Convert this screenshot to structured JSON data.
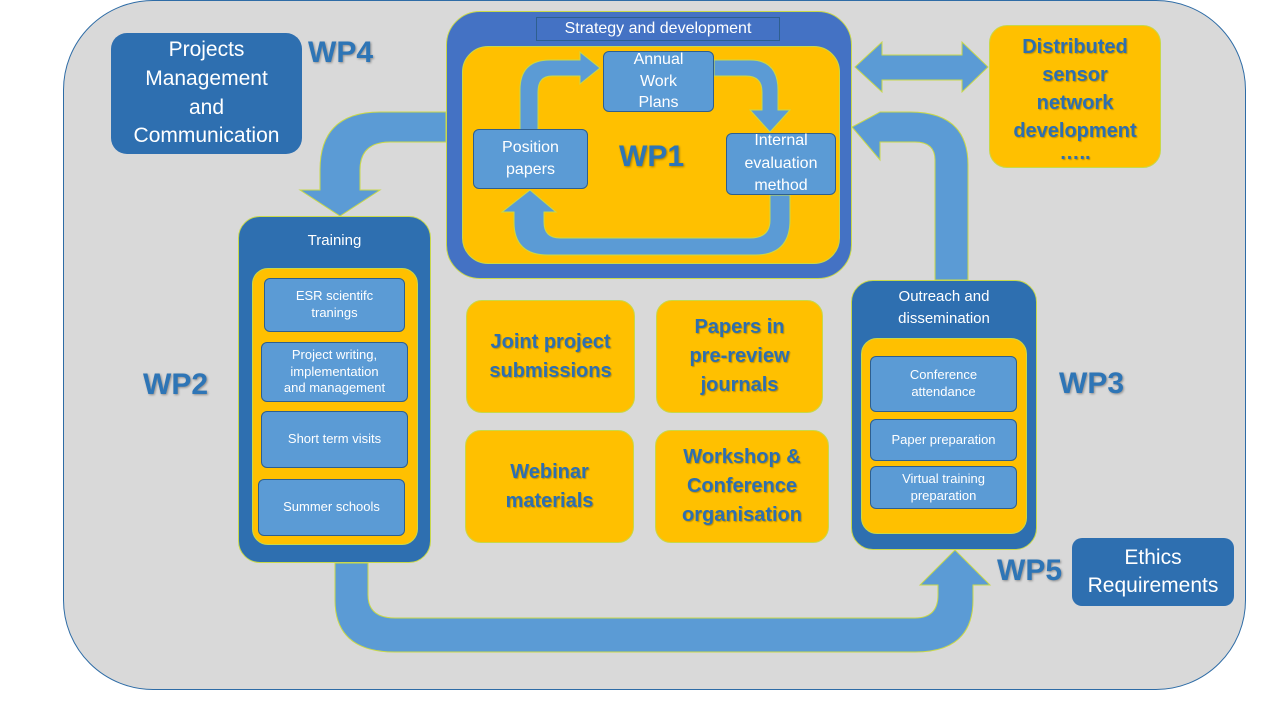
{
  "colors": {
    "background": "#d9d9d9",
    "dark_blue": "#2e6fb0",
    "light_blue": "#5b9bd5",
    "yellow": "#ffc000",
    "wp_label": "#2e75b6"
  },
  "wp_labels": {
    "wp1": "WP1",
    "wp2": "WP2",
    "wp3": "WP3",
    "wp4": "WP4",
    "wp5": "WP5"
  },
  "wp4_box": {
    "lines": [
      "Projects",
      "Management",
      "and",
      "Communication"
    ]
  },
  "wp5_box": {
    "lines": [
      "Ethics",
      "Requirements"
    ]
  },
  "wp1_panel": {
    "title": "Strategy and development",
    "items": {
      "annual": [
        "Annual",
        "Work",
        "Plans"
      ],
      "position": [
        "Position",
        "papers"
      ],
      "internal": [
        "Internal",
        "evaluation",
        "method"
      ]
    }
  },
  "distributed_box": {
    "lines": [
      "Distributed",
      "sensor",
      "network",
      "development",
      "….."
    ]
  },
  "training_panel": {
    "title": "Training",
    "items": [
      [
        "ESR scientifc",
        "tranings"
      ],
      [
        "Project writing,",
        "implementation",
        "and management"
      ],
      [
        "Short term visits"
      ],
      [
        "Summer schools"
      ]
    ]
  },
  "outreach_panel": {
    "title": [
      "Outreach and",
      "dissemination"
    ],
    "items": [
      [
        "Conference",
        "attendance"
      ],
      [
        "Paper preparation"
      ],
      [
        "Virtual training",
        "preparation"
      ]
    ]
  },
  "outputs": [
    [
      "Joint project",
      "submissions"
    ],
    [
      "Papers in",
      "pre-review",
      "journals"
    ],
    [
      "Webinar",
      "materials"
    ],
    [
      "Workshop &",
      "Conference",
      "organisation"
    ]
  ]
}
